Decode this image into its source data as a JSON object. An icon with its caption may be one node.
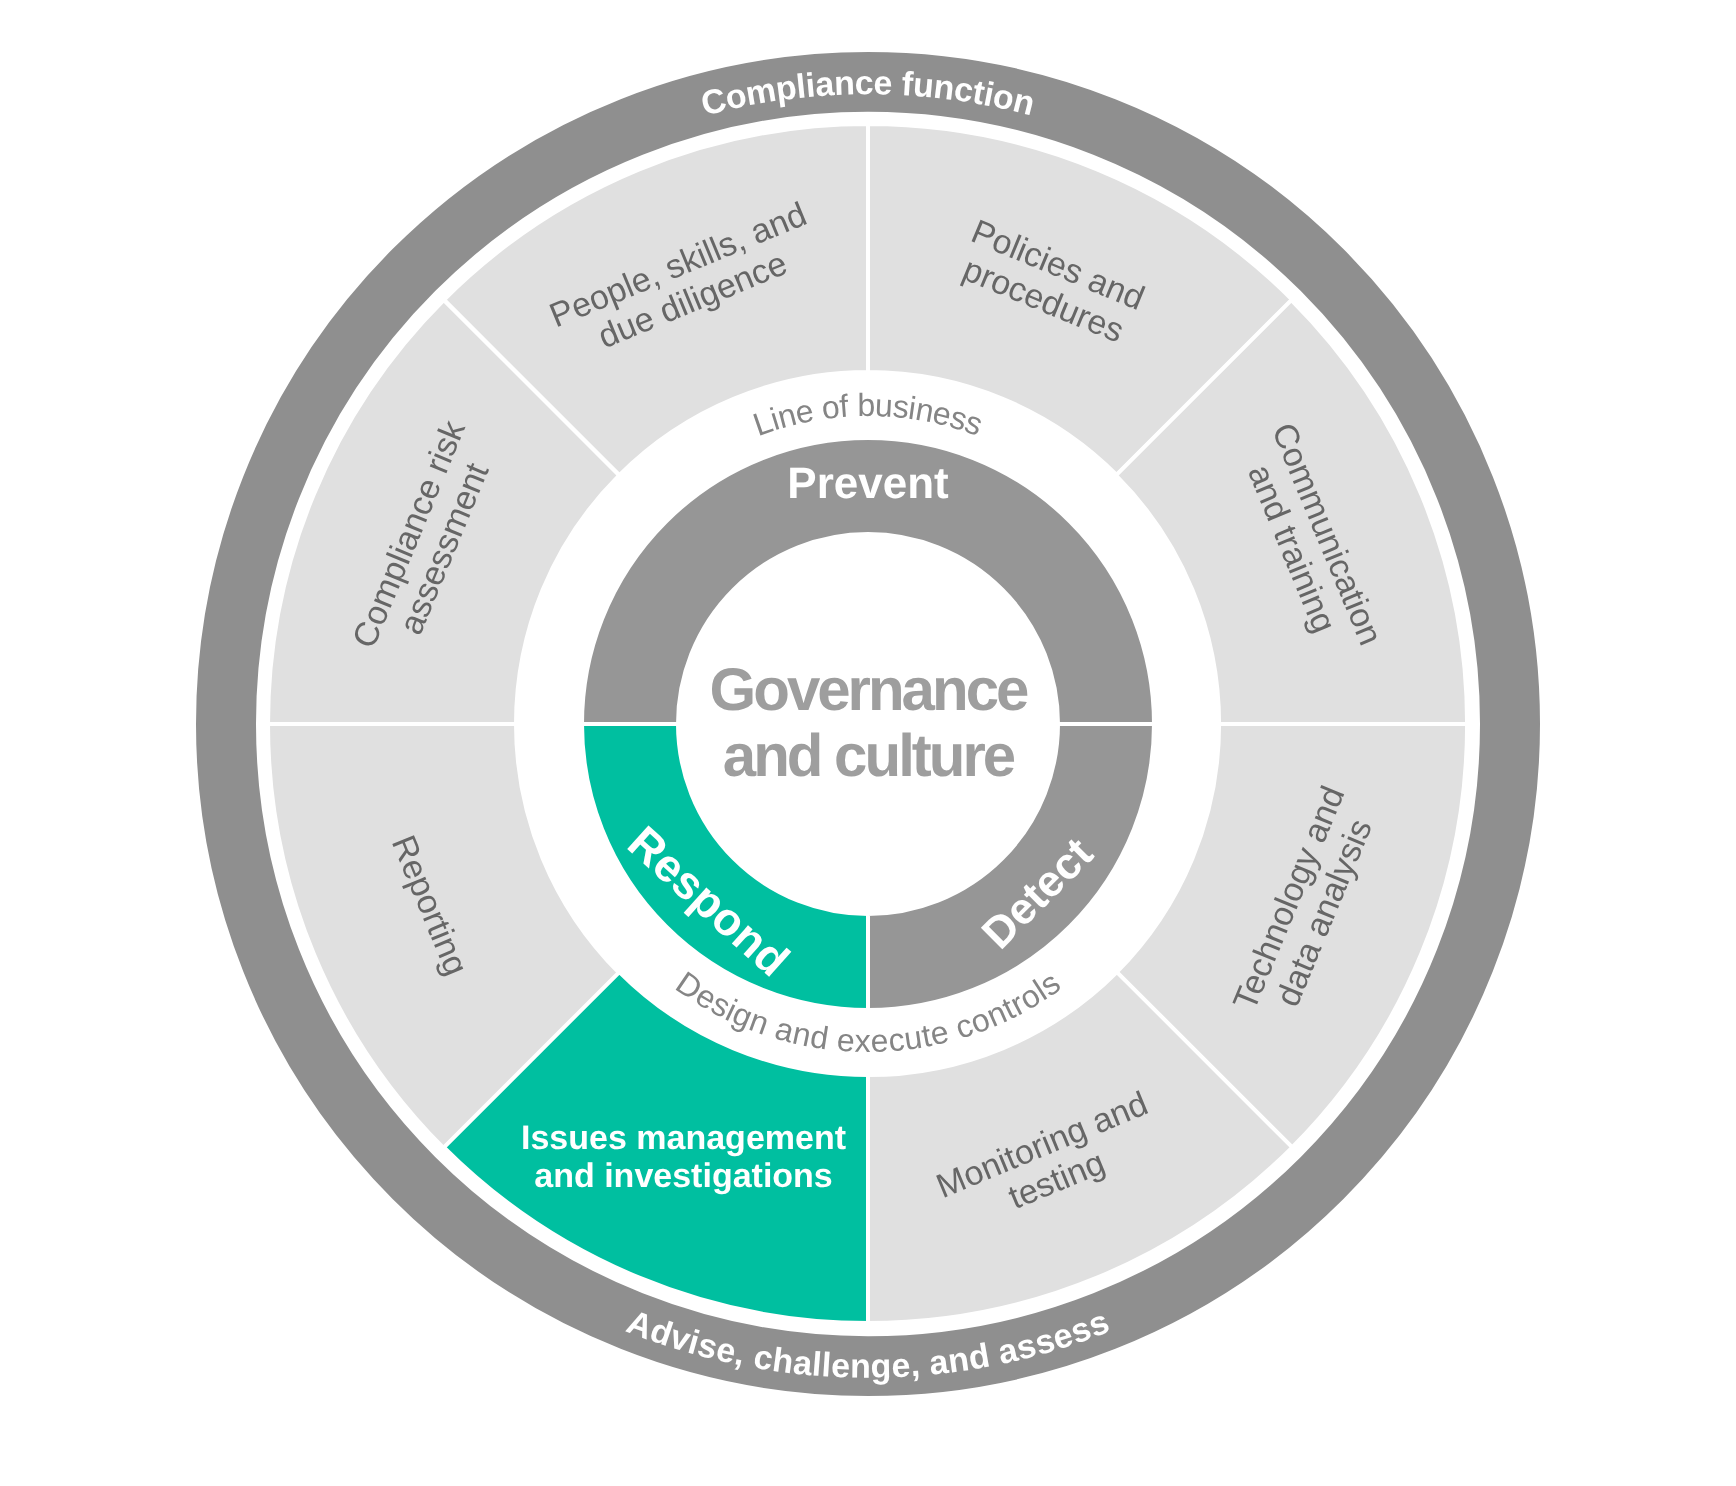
{
  "diagram": {
    "nodes": [
      {
        "text": [
          "Compliance function",
          "Advise, challenge, and assess"
        ]
      },
      {
        "text": [
          "People, skills, and due diligence"
        ],
        "in": 0
      },
      {
        "text": [
          "Policies and procedures"
        ],
        "in": 0
      },
      {
        "text": [
          "Compliance risk assessment"
        ],
        "in": 0
      },
      {
        "text": [
          "Communication and training"
        ],
        "in": 0
      },
      {
        "text": [
          "Line of business",
          "Design and execute controls"
        ],
        "in": 0
      },
      {
        "text": [
          "Prevent"
        ],
        "in": 0
      },
      {
        "text": [
          "Governance and culture"
        ],
        "in": 0
      },
      {
        "text": [
          "Reporting"
        ],
        "in": 0
      },
      {
        "text": [
          "Respond"
        ],
        "in": 0
      },
      {
        "text": [
          "Detect"
        ],
        "in": 0
      },
      {
        "text": [
          "Technology and data analysis"
        ],
        "in": 0
      },
      {
        "text": [
          "Issues management and investigations"
        ],
        "in": 0
      },
      {
        "text": [
          "Monitoring and testing"
        ],
        "in": 0
      }
    ]
  }
}
